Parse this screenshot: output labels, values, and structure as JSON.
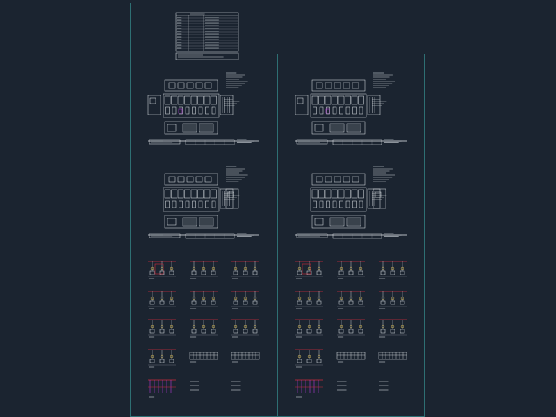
{
  "canvas": {
    "background": "#1b2430",
    "frame_color": "#2e6f73",
    "line_color": "#e8ecef",
    "accent_color": "#d02a3a"
  },
  "sheets": [
    {
      "id": "left",
      "has_spec_table": true,
      "rows_of_diagrams": 5
    },
    {
      "id": "right",
      "has_spec_table": false,
      "rows_of_diagrams": 5
    }
  ]
}
